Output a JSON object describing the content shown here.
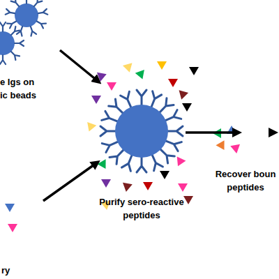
{
  "diagram": {
    "labels": [
      "e Igs on ic beads",
      "Purify sero-reactive peptides",
      "Recover boun peptides",
      "ry"
    ]
  }
}
